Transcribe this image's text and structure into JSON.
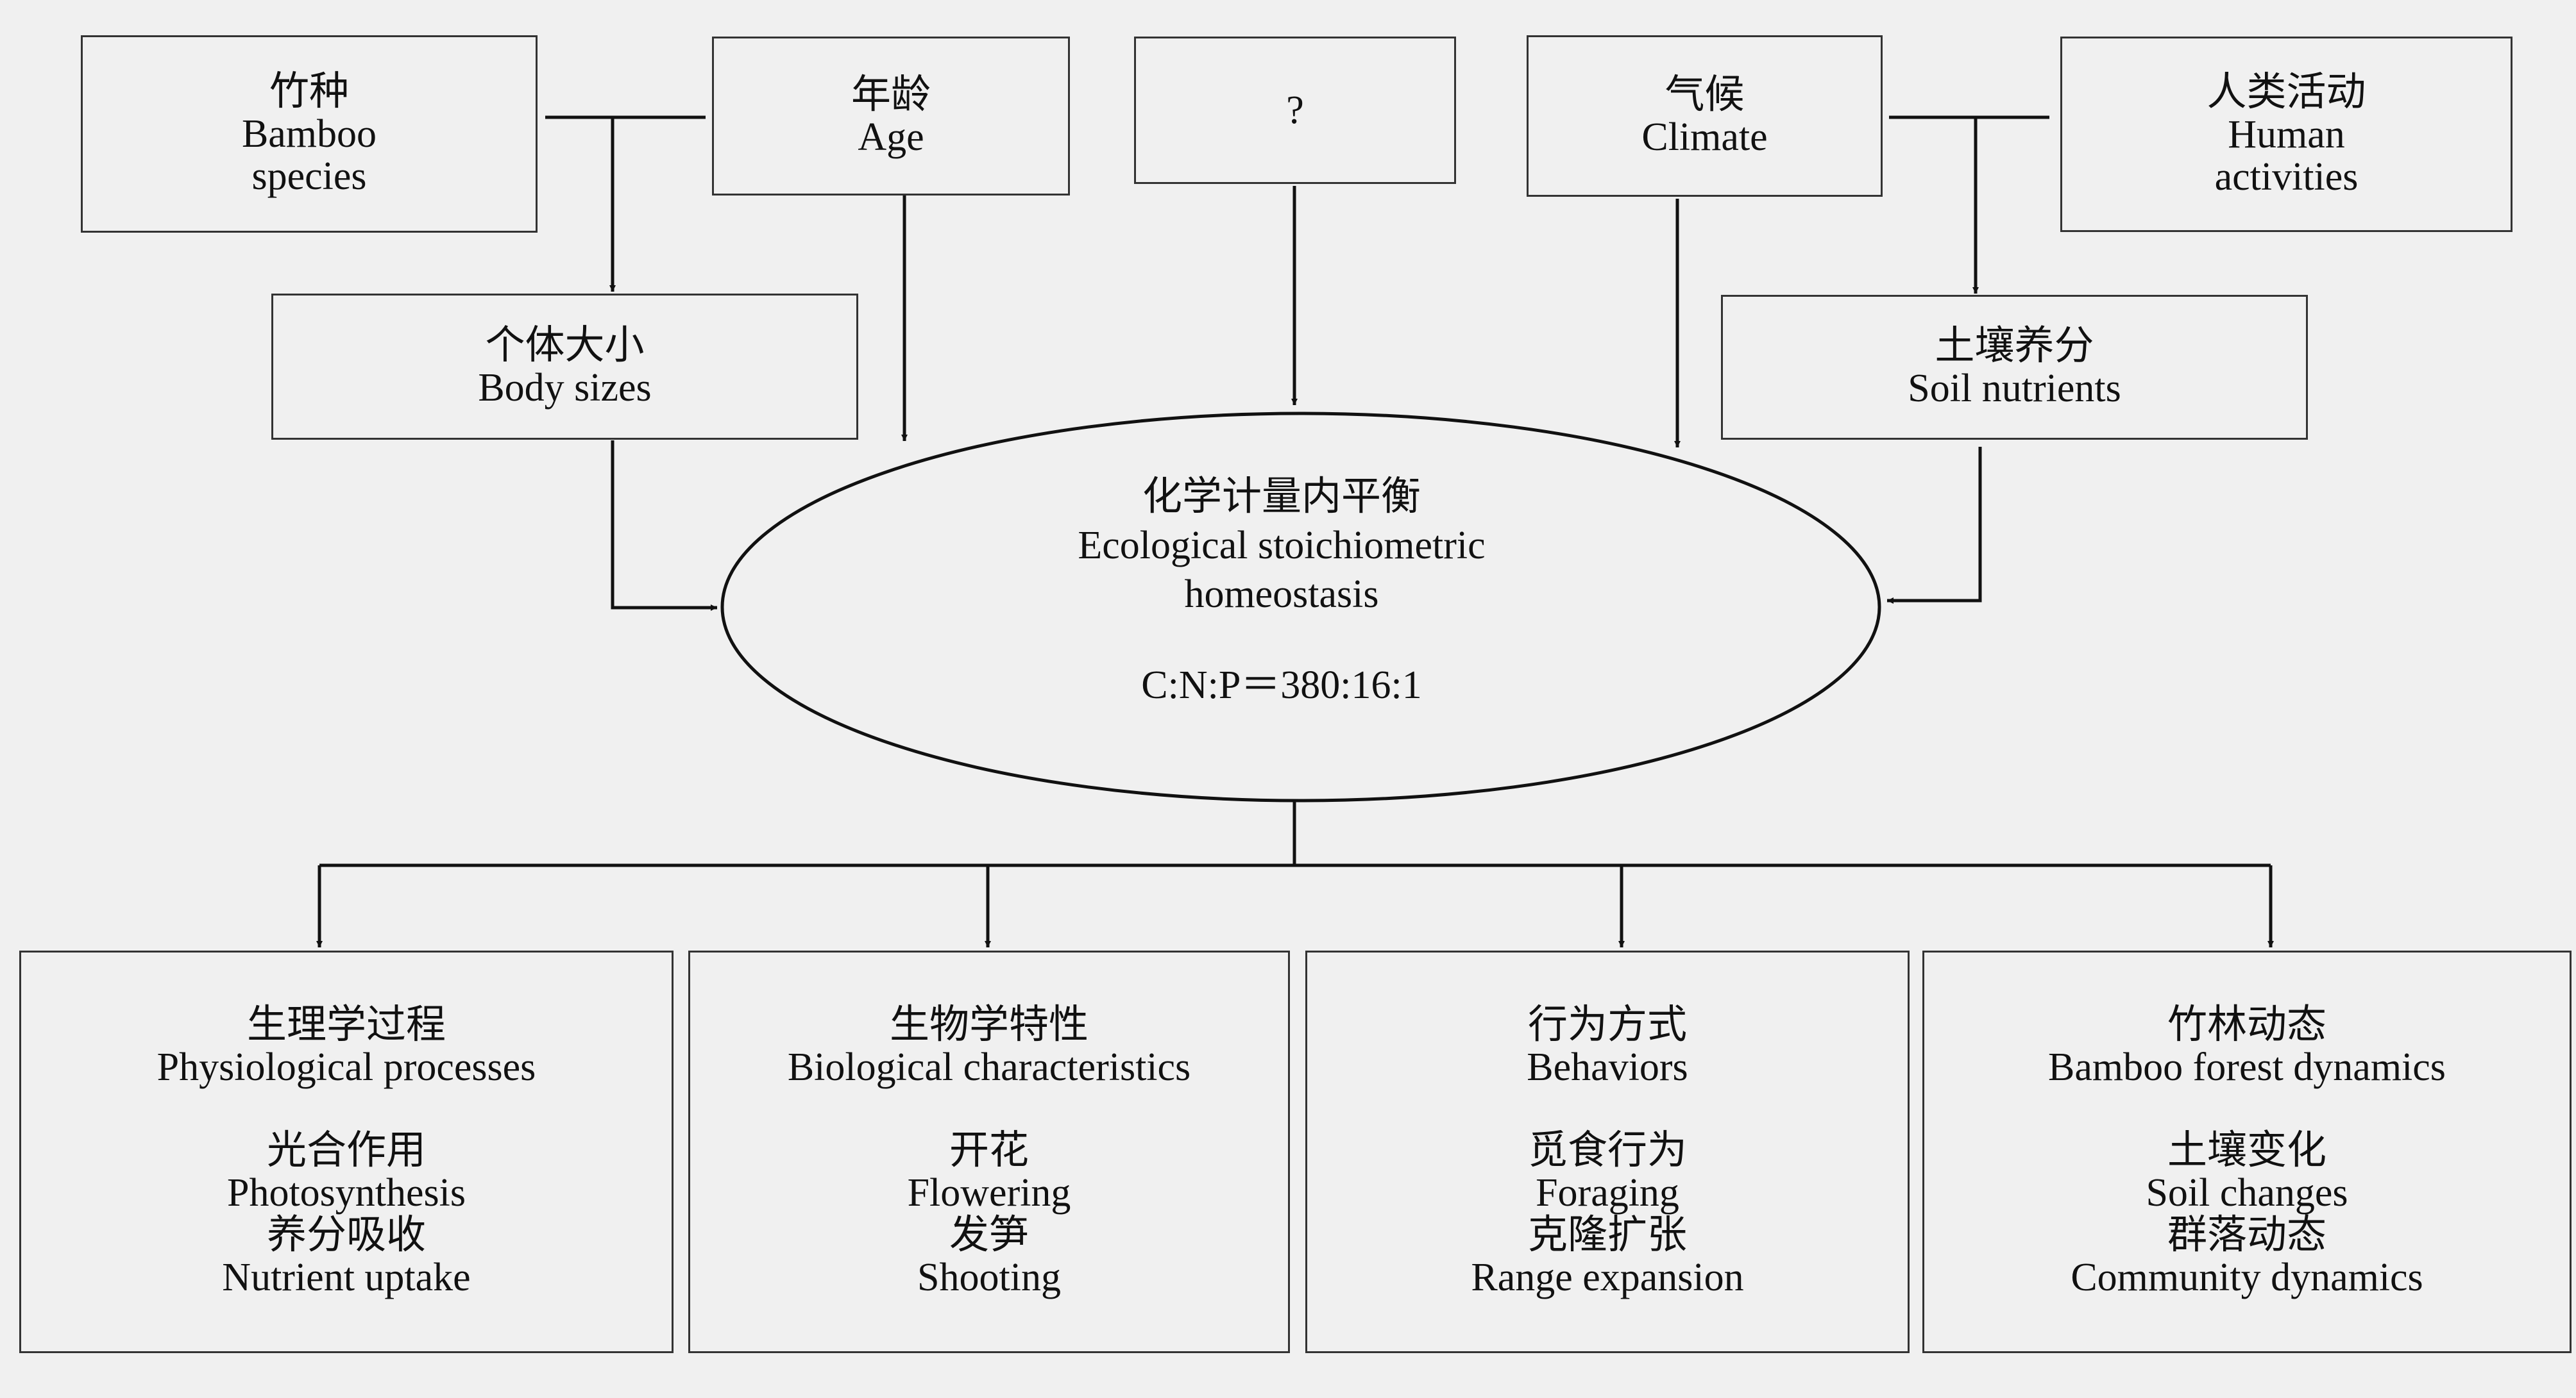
{
  "factors": {
    "bamboo_species": {
      "zh": "竹种",
      "en_line1": "Bamboo",
      "en_line2": "species"
    },
    "age": {
      "zh": "年龄",
      "en": "Age"
    },
    "unknown": {
      "label": "?"
    },
    "climate": {
      "zh": "气候",
      "en": "Climate"
    },
    "human_activities": {
      "zh": "人类活动",
      "en_line1": "Human",
      "en_line2": "activities"
    },
    "body_sizes": {
      "zh": "个体大小",
      "en": "Body sizes"
    },
    "soil_nutrients": {
      "zh": "土壤养分",
      "en": "Soil nutrients"
    }
  },
  "center": {
    "zh": "化学计量内平衡",
    "en_line1": "Ecological stoichiometric",
    "en_line2": "homeostasis",
    "ratio": "C:N:P＝380:16:1"
  },
  "outcomes": {
    "physiological": {
      "zh": "生理学过程",
      "en": "Physiological processes",
      "items": [
        {
          "zh": "光合作用",
          "en": "Photosynthesis"
        },
        {
          "zh": "养分吸收",
          "en": "Nutrient uptake"
        }
      ]
    },
    "biological": {
      "zh": "生物学特性",
      "en": "Biological characteristics",
      "items": [
        {
          "zh": "开花",
          "en": "Flowering"
        },
        {
          "zh": "发笋",
          "en": "Shooting"
        }
      ]
    },
    "behaviors": {
      "zh": "行为方式",
      "en": "Behaviors",
      "items": [
        {
          "zh": "觅食行为",
          "en": "Foraging"
        },
        {
          "zh": "克隆扩张",
          "en": "Range expansion"
        }
      ]
    },
    "forest_dynamics": {
      "zh": "竹林动态",
      "en": "Bamboo forest dynamics",
      "items": [
        {
          "zh": "土壤变化",
          "en": "Soil changes"
        },
        {
          "zh": "群落动态",
          "en": "Community dynamics"
        }
      ]
    }
  }
}
